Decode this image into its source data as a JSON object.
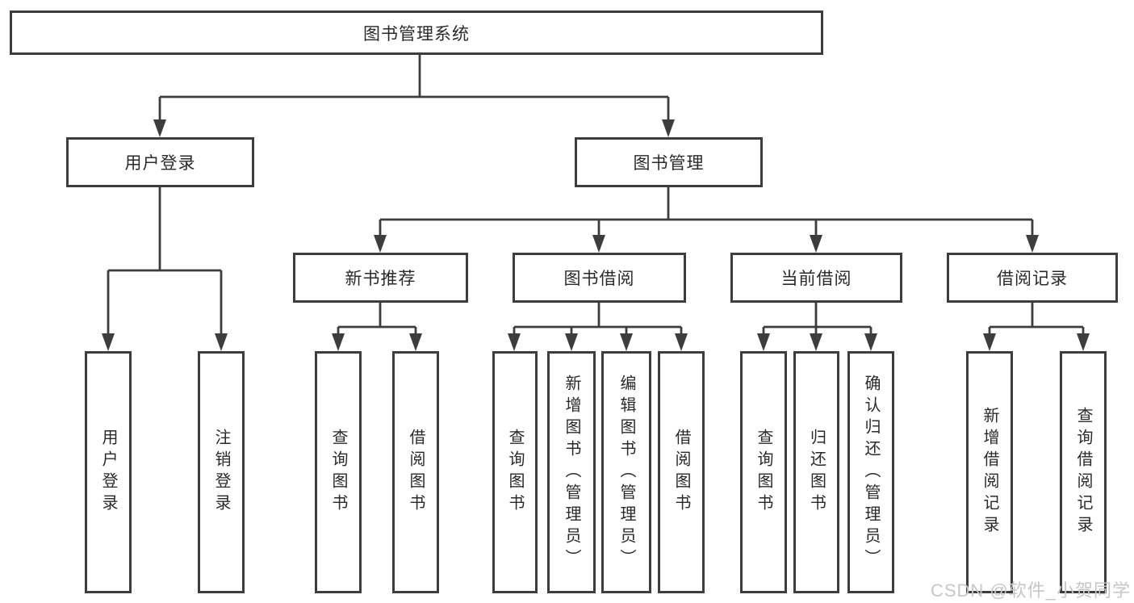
{
  "colors": {
    "line": "#3d3d3d",
    "box_border": "#3d3d3d",
    "text": "#2a2a2a",
    "watermark": "#c7c7c7",
    "background": "#ffffff"
  },
  "watermark": {
    "text": "CSDN @软件_小贺同学"
  },
  "tree": {
    "label": "图书管理系统",
    "children": [
      {
        "label": "用户登录",
        "children": [
          {
            "label": "用户登录"
          },
          {
            "label": "注销登录"
          }
        ]
      },
      {
        "label": "图书管理",
        "children": [
          {
            "label": "新书推荐",
            "children": [
              {
                "label": "查询图书"
              },
              {
                "label": "借阅图书"
              }
            ]
          },
          {
            "label": "图书借阅",
            "children": [
              {
                "label": "查询图书"
              },
              {
                "label": "新增图书（管理员）"
              },
              {
                "label": "编辑图书（管理员）"
              },
              {
                "label": "借阅图书"
              }
            ]
          },
          {
            "label": "当前借阅",
            "children": [
              {
                "label": "查询图书"
              },
              {
                "label": "归还图书"
              },
              {
                "label": "确认归还（管理员）"
              }
            ]
          },
          {
            "label": "借阅记录",
            "children": [
              {
                "label": "新增借阅记录"
              },
              {
                "label": "查询借阅记录"
              }
            ]
          }
        ]
      }
    ]
  }
}
